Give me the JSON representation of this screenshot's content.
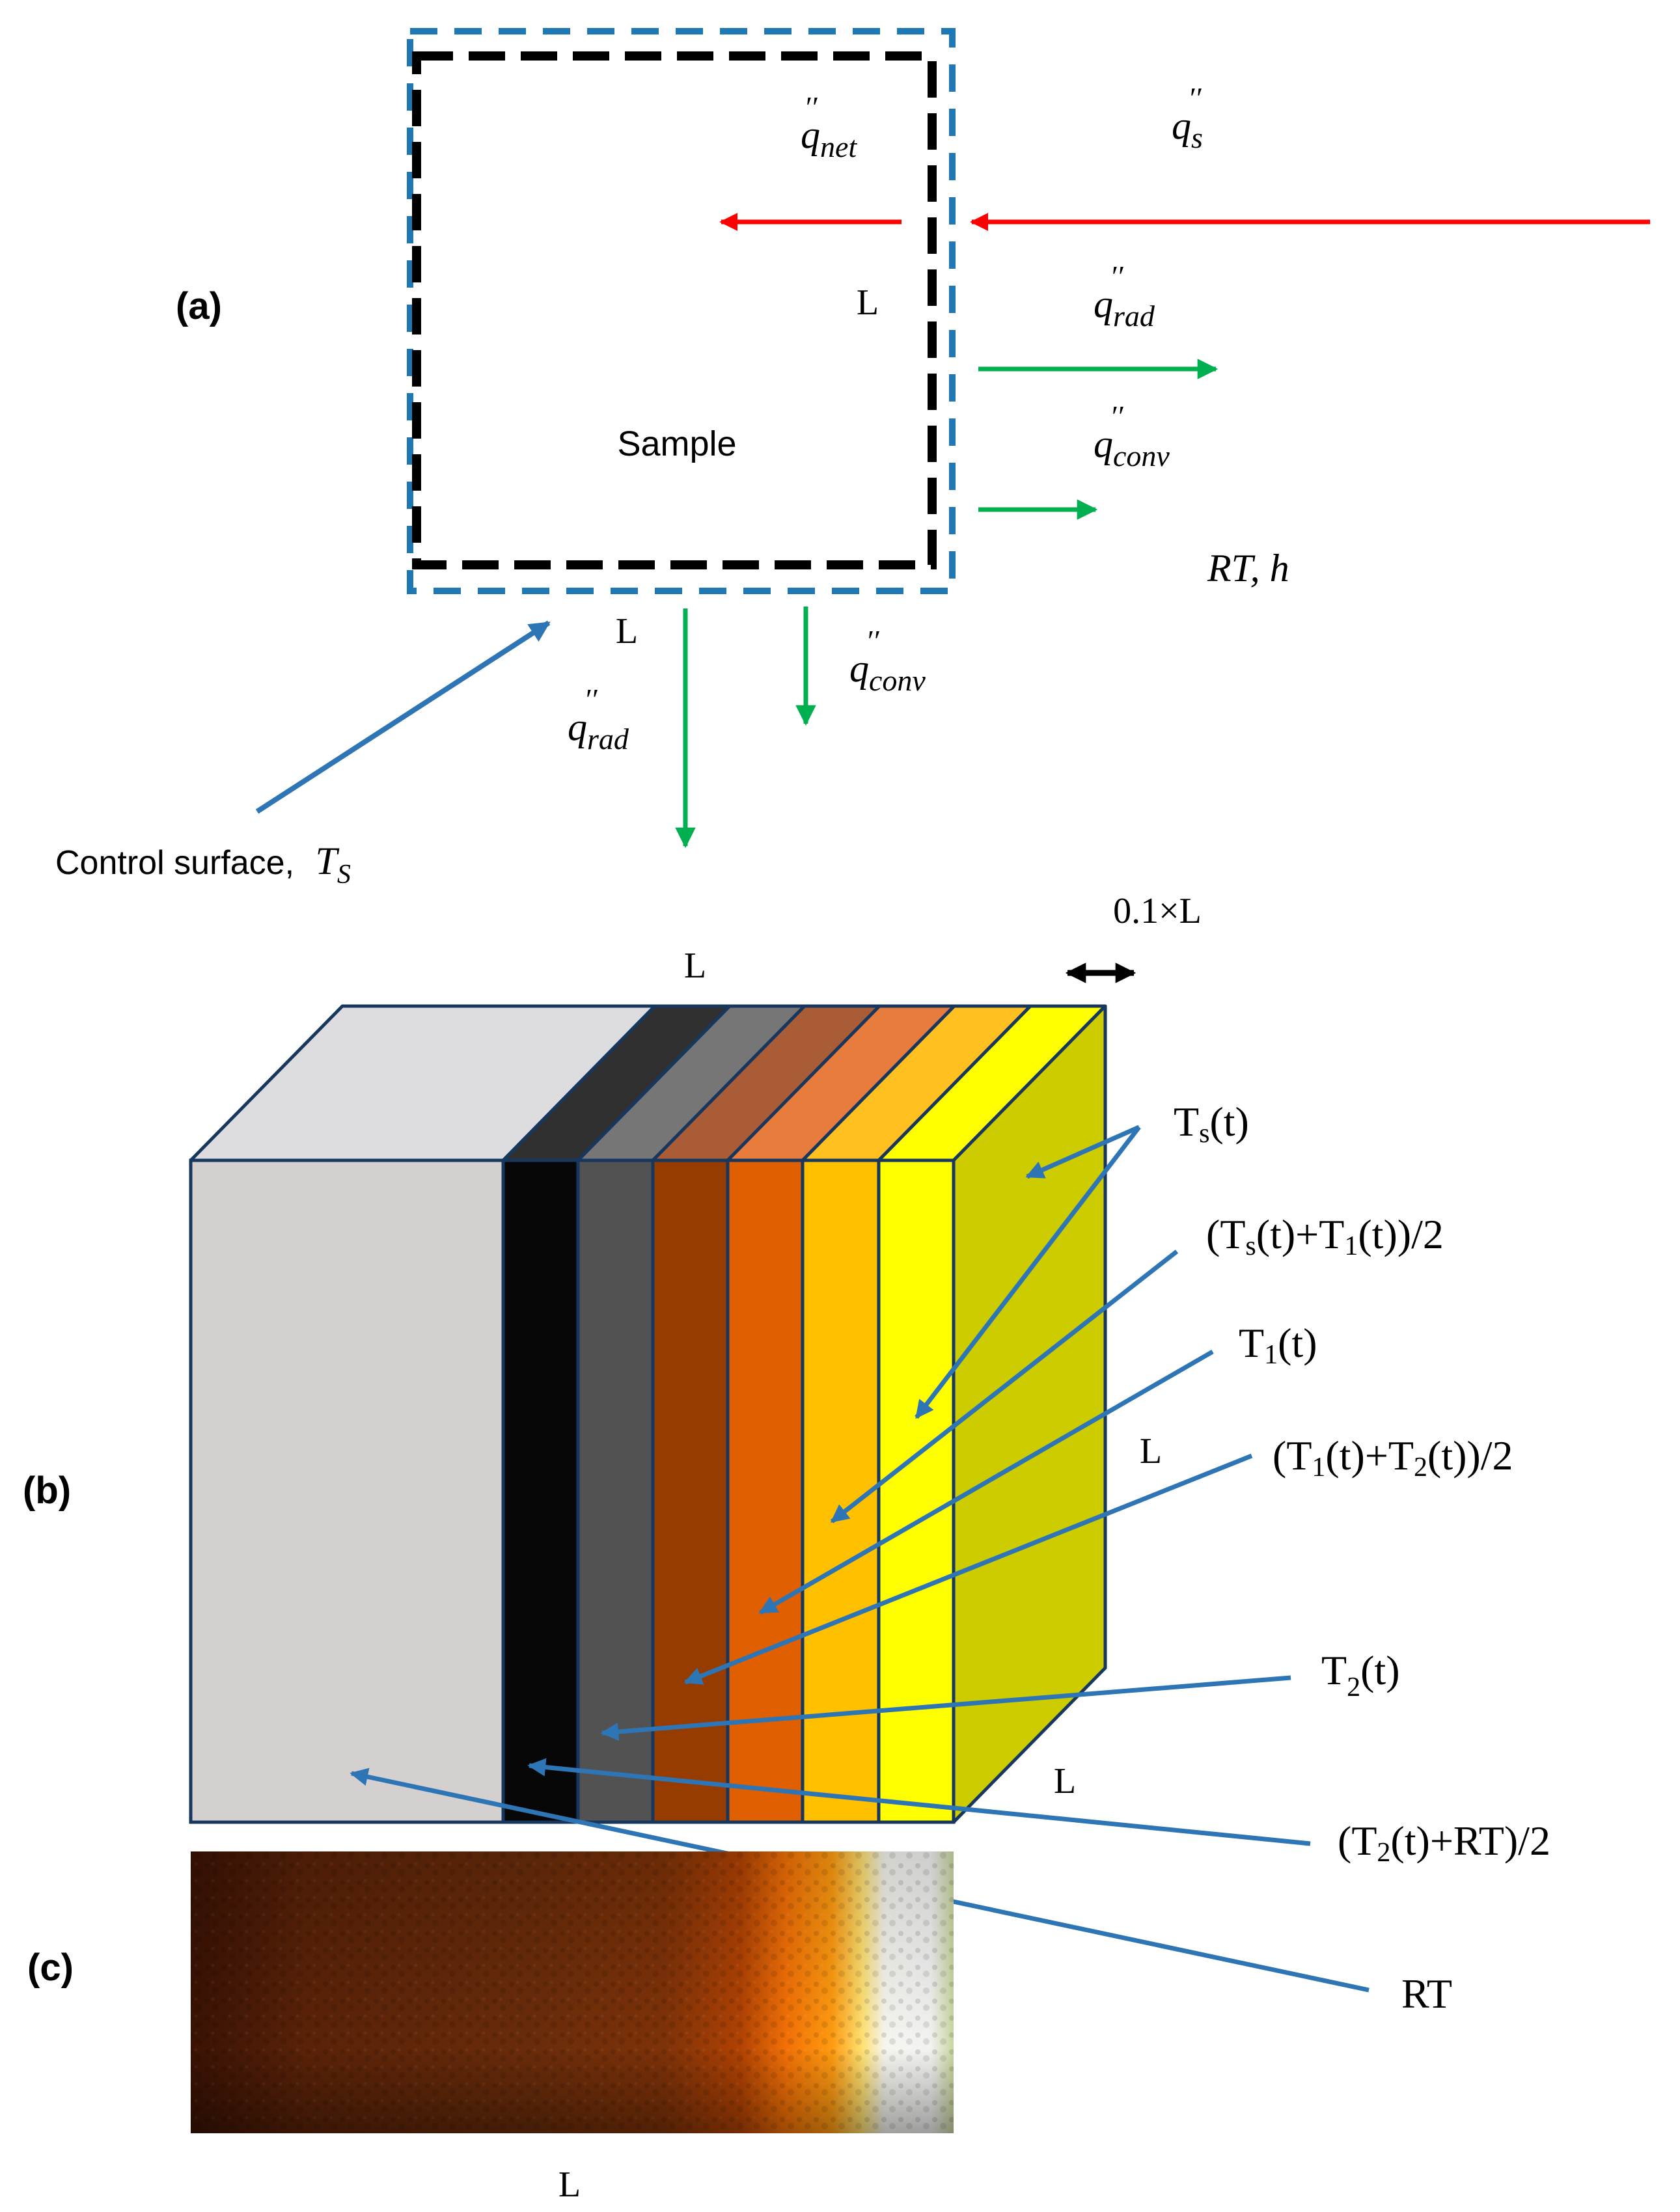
{
  "panel_a": {
    "panel_label": "(a)",
    "sample_label": "Sample",
    "side_length_label": "L",
    "bottom_length_label": "L",
    "flux_prime": "′′",
    "q_net": {
      "symbol": "q",
      "subscript": "net"
    },
    "q_s": {
      "symbol": "q",
      "subscript": "s"
    },
    "q_rad_right": {
      "symbol": "q",
      "subscript": "rad"
    },
    "q_conv_right": {
      "symbol": "q",
      "subscript": "conv"
    },
    "q_conv_bottom": {
      "symbol": "q",
      "subscript": "conv"
    },
    "q_rad_bottom": {
      "symbol": "q",
      "subscript": "rad"
    },
    "ambient_label": "RT, h",
    "control_surface_text": "Control surface,",
    "control_surface_T": "T",
    "control_surface_sub": "S"
  },
  "panel_b": {
    "panel_label": "(b)",
    "top_length_label": "L",
    "thickness_label": "0.1×L",
    "side_length_label": "L",
    "depth_length_label": "L",
    "annotations": {
      "ts": "Ts(t)",
      "ts_t1_avg": "(Ts(t)+T1(t))/2",
      "t1": "T1(t)",
      "t1_t2_avg": "(T1(t)+T2(t))/2",
      "t2": "T2(t)",
      "t2_rt_avg": "(T2(t)+RT)/2",
      "rt": "RT"
    }
  },
  "panel_c": {
    "panel_label": "(c)",
    "length_label": "L"
  },
  "colors": {
    "control_box": "#000000",
    "control_surface": "#1f77b4",
    "incident_flux": "#ff0000",
    "loss_flux": "#00b050",
    "pointer": "#2e75b6",
    "layer_rt_front": "#d4d0d0",
    "layer_rt_top": "#dddcde",
    "layer_1_front": "#070707",
    "layer_1_top": "#303030",
    "layer_2_front": "#525252",
    "layer_2_top": "#767676",
    "layer_3_front": "#963c00",
    "layer_3_top": "#aa5c36",
    "layer_4_front": "#e05f00",
    "layer_4_top": "#e87c3c",
    "layer_5_front": "#ffc000",
    "layer_5_top": "#ffc020",
    "layer_6_front": "#ffff00",
    "layer_6_top": "#ffff00",
    "layer_side": "#cccc00",
    "edge": "#17375e"
  }
}
